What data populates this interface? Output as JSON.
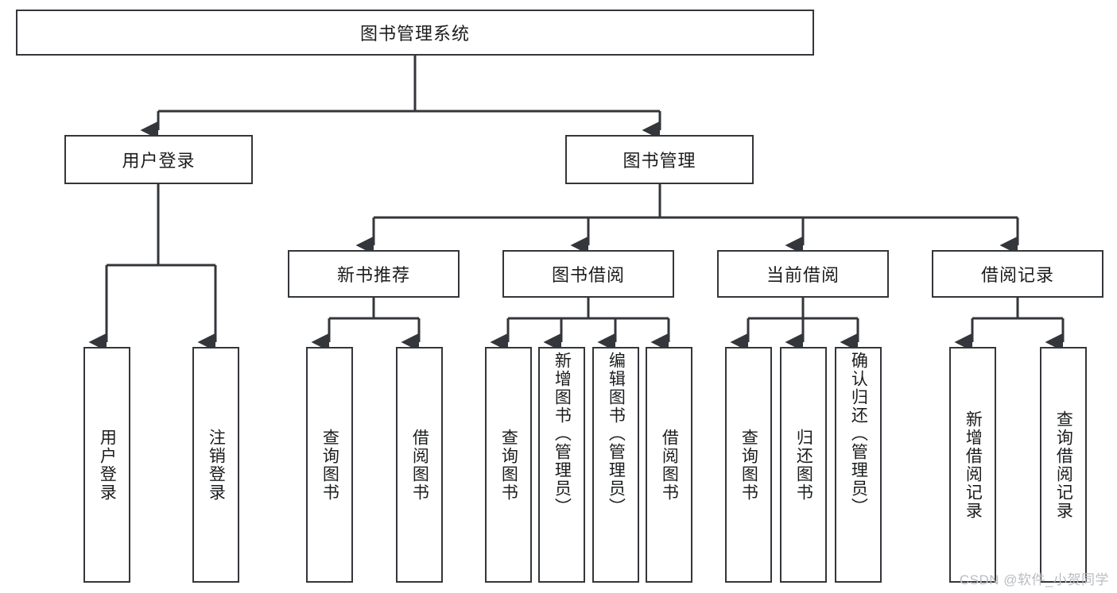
{
  "diagram": {
    "type": "hierarchy-tree",
    "title": "图书管理系统",
    "root": {
      "label": "图书管理系统"
    },
    "level2": [
      {
        "id": "user-login",
        "label": "用户登录"
      },
      {
        "id": "book-management",
        "label": "图书管理"
      }
    ],
    "level3": [
      {
        "id": "new-book-recommend",
        "label": "新书推荐",
        "parent": "book-management"
      },
      {
        "id": "book-borrow",
        "label": "图书借阅",
        "parent": "book-management"
      },
      {
        "id": "current-borrow",
        "label": "当前借阅",
        "parent": "book-management"
      },
      {
        "id": "borrow-record",
        "label": "借阅记录",
        "parent": "book-management"
      }
    ],
    "leaves": {
      "user-login": [
        {
          "id": "leaf-user-login",
          "label": "用户登录"
        },
        {
          "id": "leaf-user-logout",
          "label": "注销登录"
        }
      ],
      "new-book-recommend": [
        {
          "id": "leaf-query-book-1",
          "label": "查询图书"
        },
        {
          "id": "leaf-borrow-book-1",
          "label": "借阅图书"
        }
      ],
      "book-borrow": [
        {
          "id": "leaf-query-book-2",
          "label": "查询图书"
        },
        {
          "id": "leaf-add-book",
          "label": "新增图书（管理员）"
        },
        {
          "id": "leaf-edit-book",
          "label": "编辑图书（管理员）"
        },
        {
          "id": "leaf-borrow-book-2",
          "label": "借阅图书"
        }
      ],
      "current-borrow": [
        {
          "id": "leaf-query-book-3",
          "label": "查询图书"
        },
        {
          "id": "leaf-return-book",
          "label": "归还图书"
        },
        {
          "id": "leaf-confirm-return",
          "label": "确认归还（管理员）"
        }
      ],
      "borrow-record": [
        {
          "id": "leaf-add-record",
          "label": "新增借阅记录"
        },
        {
          "id": "leaf-query-record",
          "label": "查询借阅记录"
        }
      ]
    },
    "colors": {
      "stroke": "#33363a",
      "text": "#1b1c1e",
      "background": "#ffffff",
      "watermark": "#b9bcc0"
    }
  },
  "watermark": {
    "text": "CSDN @软件_小贺同学"
  }
}
